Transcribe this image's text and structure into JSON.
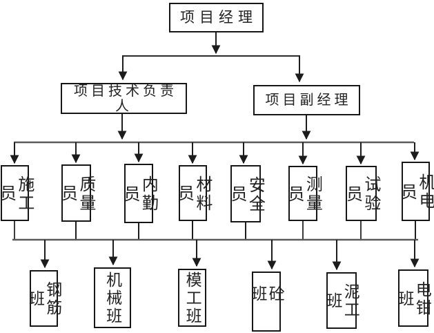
{
  "org": {
    "root": {
      "label": "项目经理"
    },
    "level2": [
      {
        "label": "项目技术负责人"
      },
      {
        "label": "项目副经理"
      }
    ],
    "level3": [
      {
        "label": "施工员"
      },
      {
        "label": "质量员"
      },
      {
        "label": "内勤员"
      },
      {
        "label": "材料员"
      },
      {
        "label": "安全员"
      },
      {
        "label": "测量员"
      },
      {
        "label": "试验员"
      },
      {
        "label": "机电员"
      }
    ],
    "level4": [
      {
        "label": "钢筋班"
      },
      {
        "label": "机械班"
      },
      {
        "label": "模工班"
      },
      {
        "label": "砼班"
      },
      {
        "label": "泥工班"
      },
      {
        "label": "电钳班"
      }
    ]
  },
  "colors": {
    "background": "#ffffff",
    "line": "#1c1c1c",
    "bus": "#5a5a5a",
    "box_border": "#161616",
    "text": "#222222"
  }
}
